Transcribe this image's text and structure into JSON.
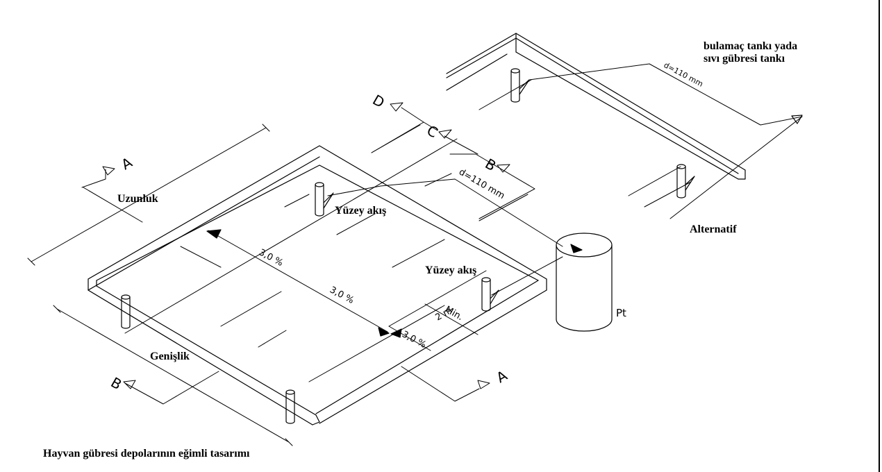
{
  "labels": {
    "tank_title_line1": "bulamaç tankı yada",
    "tank_title_line2": "sıvı gübresi tankı",
    "length": "Uzunluk",
    "surface_flow_1": "Yüzey akış",
    "surface_flow_2": "Yüzey akış",
    "width": "Genişlik",
    "alternative": "Alternatif",
    "caption": "Hayvan gübresi depolarının eğimli tasarımı"
  },
  "drawing": {
    "slope_1": "3,0 %",
    "slope_2": "3,0 %",
    "slope_3": "3,0 %",
    "pipe_main": "d=110 mm",
    "pipe_alt": "d=110 mm",
    "min_label": "Min.",
    "min_value": "2 m",
    "pit_label": "Pt",
    "section_a_top": "A",
    "section_a_bottom": "A",
    "section_b_right": "B",
    "section_b_left": "B",
    "section_c": "C",
    "section_d": "D"
  },
  "colors": {
    "line": "#000000",
    "background": "#ffffff"
  }
}
